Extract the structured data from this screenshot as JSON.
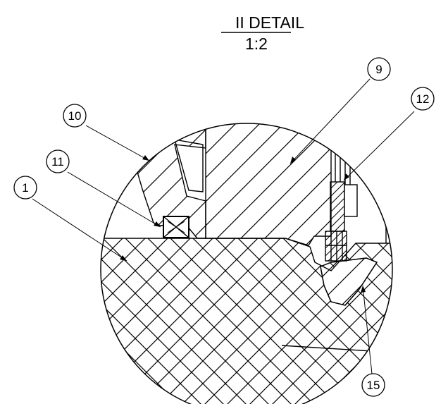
{
  "title": {
    "name": "II DETAIL",
    "scale": "1:2"
  },
  "balloons": [
    {
      "id": "b1",
      "label": "1"
    },
    {
      "id": "b9",
      "label": "9"
    },
    {
      "id": "b10",
      "label": "10"
    },
    {
      "id": "b11",
      "label": "11"
    },
    {
      "id": "b12",
      "label": "12"
    },
    {
      "id": "b15",
      "label": "15"
    }
  ]
}
